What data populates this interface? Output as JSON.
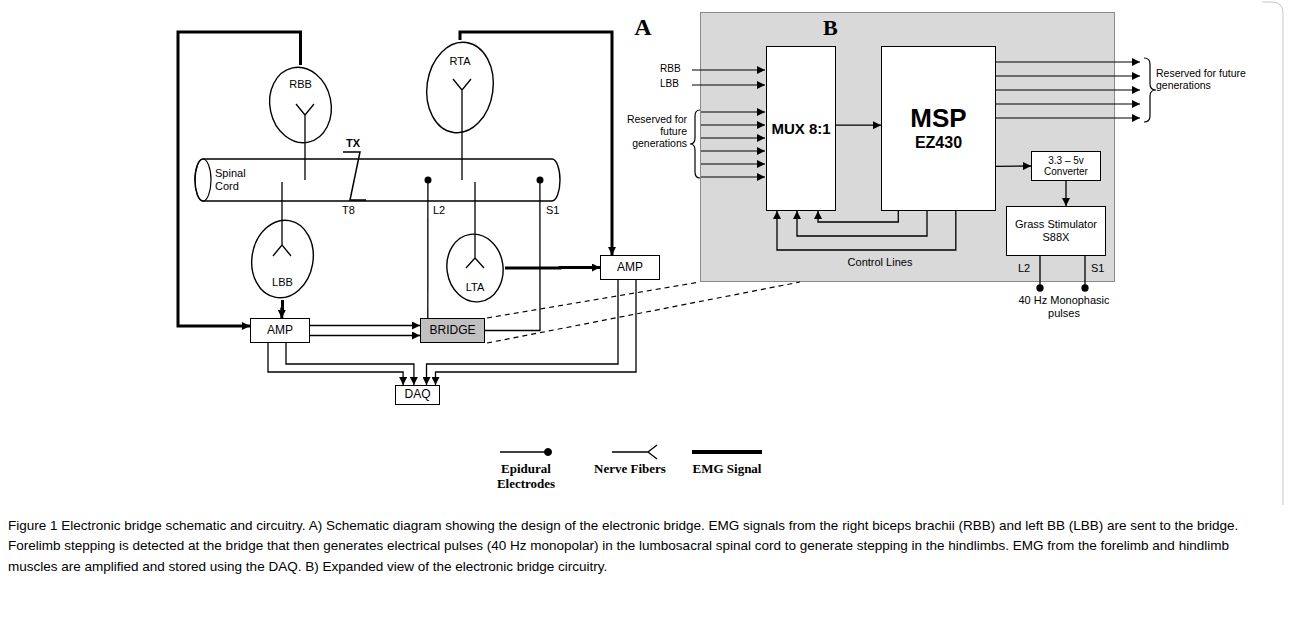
{
  "diagram": {
    "caption": "Figure 1 Electronic bridge schematic and circuitry. A) Schematic diagram showing the design of the electronic bridge. EMG signals from the right biceps brachii (RBB) and left BB (LBB) are sent to the bridge. Forelimb stepping is detected at the bridge that then generates electrical pulses (40 Hz monopolar) in the lumbosacral spinal cord to generate stepping in the hindlimbs. EMG from the forelimb and hindlimb muscles are amplified and stored using the DAQ. B) Expanded view of the electronic bridge circuitry.",
    "nodes": [
      {
        "text": [
          "RBB"
        ]
      },
      {
        "text": [
          "LBB"
        ]
      },
      {
        "text": [
          "RTA"
        ]
      },
      {
        "text": [
          "LTA"
        ]
      },
      {
        "text": [
          "Spinal Cord"
        ]
      },
      {
        "text": [
          "AMP"
        ]
      },
      {
        "text": [
          "BRIDGE"
        ]
      },
      {
        "text": [
          "AMP"
        ]
      },
      {
        "text": [
          "DAQ"
        ]
      },
      {
        "text": [
          "B"
        ]
      },
      {
        "text": [
          "MUX 8:1"
        ],
        "in": 9
      },
      {
        "text": [
          "MSP",
          "EZ430"
        ],
        "in": 9
      },
      {
        "text": [
          "3.3 – 5v Converter"
        ],
        "in": 9
      },
      {
        "text": [
          "Grass Stimulator S88X"
        ],
        "in": 9
      }
    ],
    "edges": [
      {
        "from": 0,
        "to": 5,
        "arrow": "to"
      },
      {
        "from": 1,
        "to": 5,
        "arrow": "to"
      },
      {
        "from": 2,
        "to": 7,
        "arrow": "to"
      },
      {
        "from": 3,
        "to": 7,
        "arrow": "to"
      },
      {
        "from": 5,
        "to": 6,
        "arrow": "to"
      },
      {
        "from": 5,
        "to": 6,
        "arrow": "to"
      },
      {
        "from": 5,
        "to": 8,
        "arrow": "to"
      },
      {
        "from": 5,
        "to": 8,
        "arrow": "to"
      },
      {
        "from": 7,
        "to": 8,
        "arrow": "to"
      },
      {
        "from": 7,
        "to": 8,
        "arrow": "to"
      },
      {
        "from": 6,
        "to": 4,
        "arrow": "none"
      },
      {
        "from": 6,
        "to": 4,
        "arrow": "none"
      },
      {
        "from": 10,
        "to": 11,
        "arrow": "to"
      },
      {
        "from": 11,
        "to": 10,
        "arrow": "to"
      },
      {
        "from": 11,
        "to": 10,
        "arrow": "to"
      },
      {
        "from": 11,
        "to": 10,
        "arrow": "to"
      },
      {
        "from": 11,
        "to": 12,
        "arrow": "to"
      },
      {
        "from": 12,
        "to": 13,
        "arrow": "to"
      }
    ],
    "labels": [
      "A",
      "TX",
      "T8",
      "L2",
      "S1",
      "RBB",
      "LBB",
      "Reserved for future generations",
      "Reserved for future generations",
      "Control Lines",
      "L2",
      "S1",
      "40 Hz Monophasic pulses"
    ],
    "legend": [
      {
        "text": "Epidural Electrodes"
      },
      {
        "text": "Nerve Fibers"
      },
      {
        "text": "EMG Signal"
      }
    ]
  }
}
